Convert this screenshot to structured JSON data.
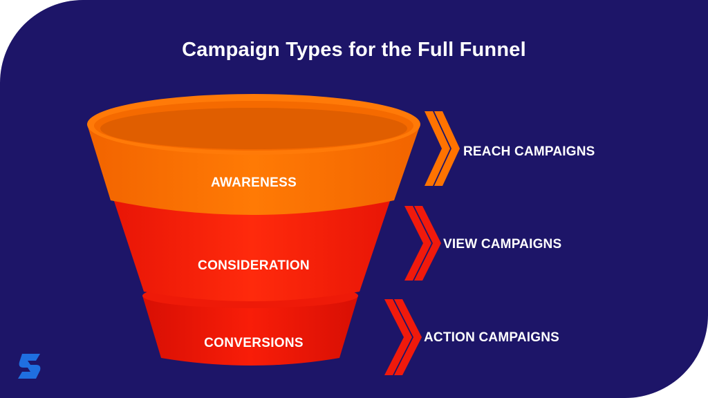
{
  "title": "Campaign Types for the Full Funnel",
  "colors": {
    "background": "#1d1568",
    "awareness": "#ff7300",
    "consideration": "#fa1e08",
    "conversions": "#e51005",
    "chevron_orange": "#ff7300",
    "chevron_red": "#f01a0c",
    "logo": "#1f6fe0"
  },
  "stages": [
    {
      "label": "AWARENESS",
      "campaign": "REACH CAMPAIGNS"
    },
    {
      "label": "CONSIDERATION",
      "campaign": "VIEW CAMPAIGNS"
    },
    {
      "label": "CONVERSIONS",
      "campaign": "ACTION CAMPAIGNS"
    }
  ],
  "logo_icon": "brand-s-logo-icon"
}
